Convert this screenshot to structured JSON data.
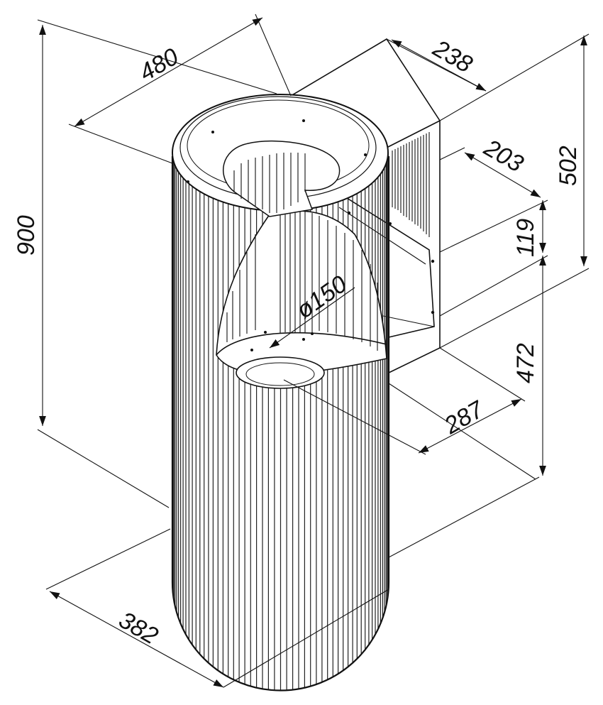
{
  "drawing": {
    "dimensions": {
      "width_top": "480",
      "depth_top": "238",
      "total_height": "900",
      "housing_height": "502",
      "bracket_depth": "203",
      "bracket_height": "119",
      "lower_height": "472",
      "duct_diameter": "ø150",
      "bottom_offset": "287",
      "bottom_diameter": "382"
    }
  }
}
